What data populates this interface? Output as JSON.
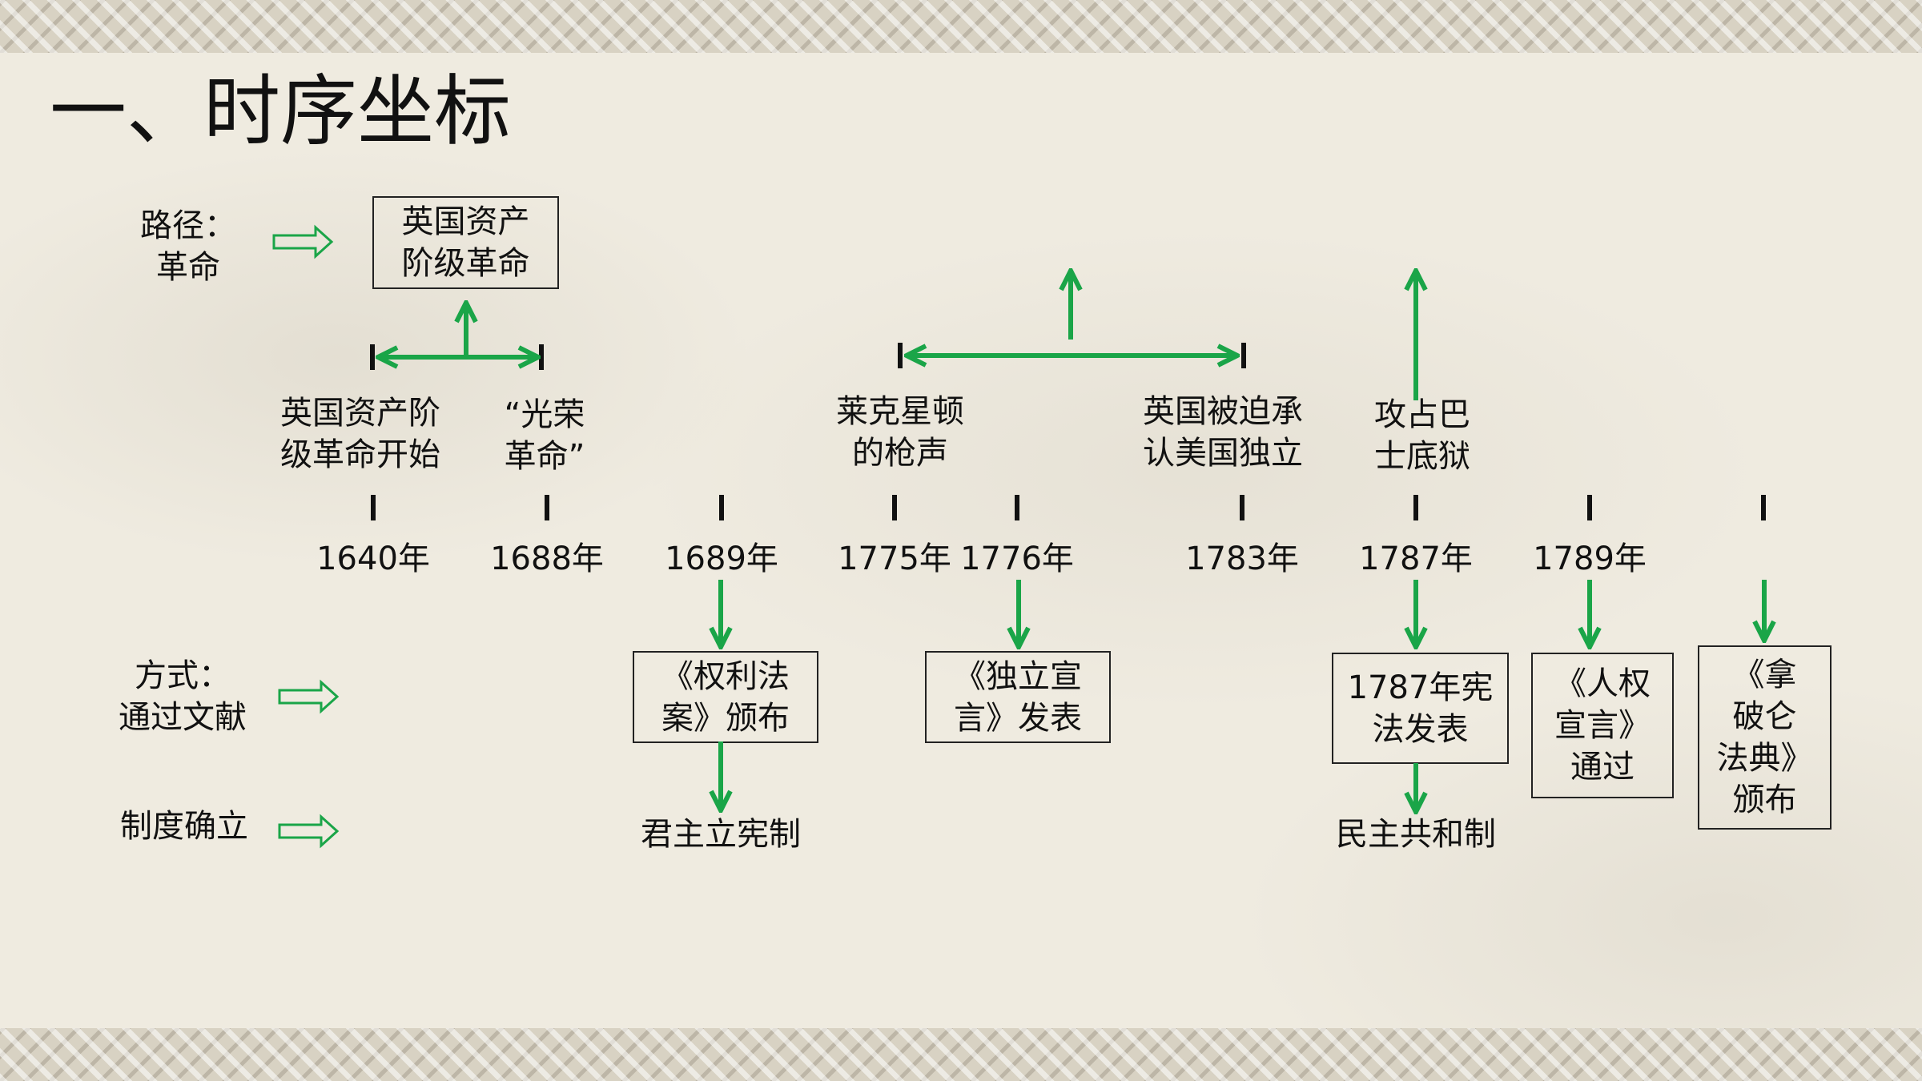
{
  "title": "一、时序坐标",
  "row_labels": {
    "path": "路径：\n革命",
    "method": "方式：\n通过文献",
    "system": "制度确立"
  },
  "path_box": "英国资产\n阶级革命",
  "upper_events": {
    "e1640": "英国资产阶\n级革命开始",
    "e1688": "“光荣\n革命”",
    "e1775": "莱克星顿\n的枪声",
    "e1783": "英国被迫承\n认美国独立",
    "e1789": "攻占巴\n士底狱"
  },
  "years": {
    "y1640": "1640年",
    "y1688": "1688年",
    "y1689": "1689年",
    "y1775": "1775年",
    "y1776": "1776年",
    "y1783": "1783年",
    "y1787": "1787年",
    "y1789": "1789年"
  },
  "documents": {
    "d1689": "《权利法\n案》颁布",
    "d1776": "《独立宣\n言》发表",
    "d1787": "1787年宪\n法发表",
    "d1789": "《人权\n宣言》\n通过",
    "d1804": "《拿\n破仑\n法典》\n颁布"
  },
  "systems": {
    "s1689": "君主立宪制",
    "s1787": "民主共和制"
  },
  "colors": {
    "arrow_green": "#1aa548",
    "text": "#111111"
  }
}
